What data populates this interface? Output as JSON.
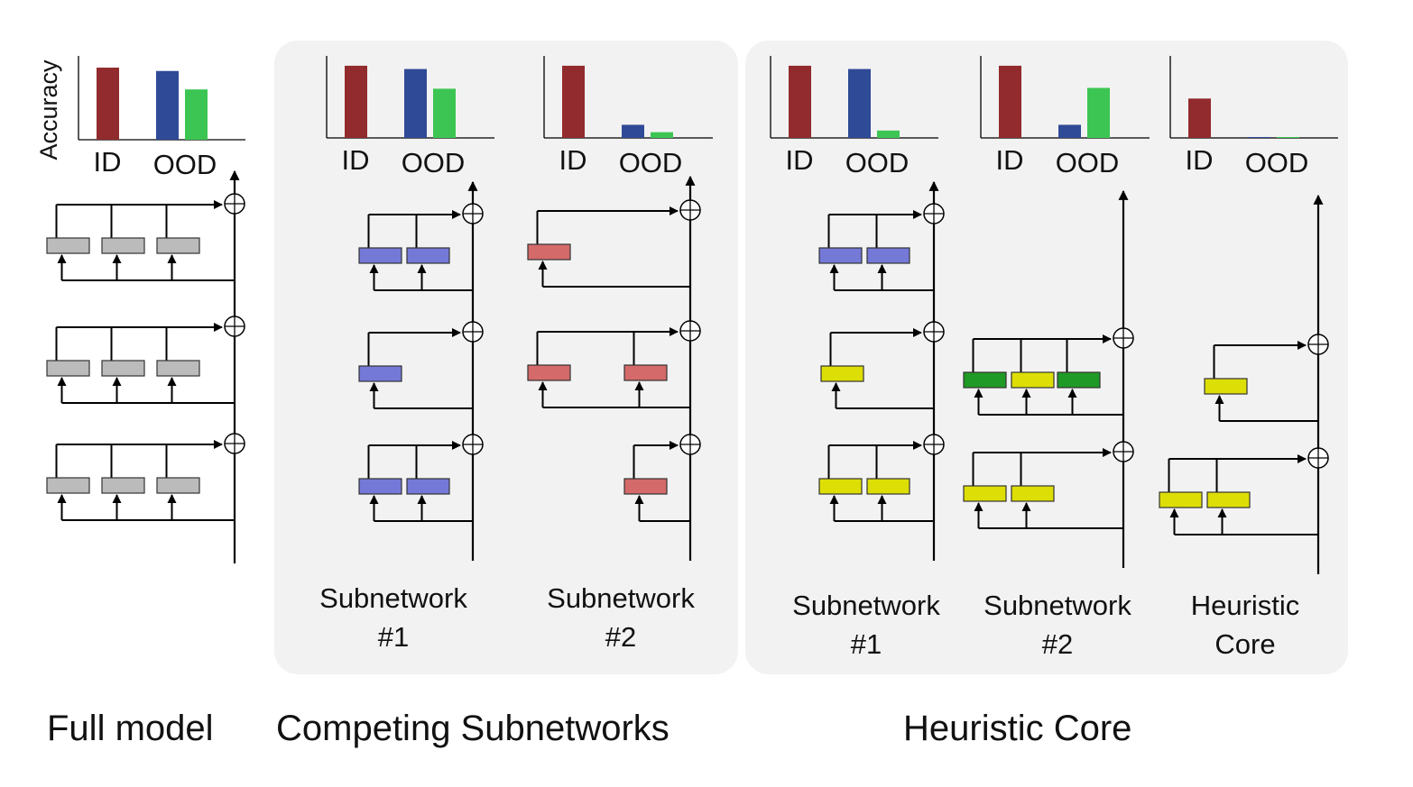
{
  "titles": {
    "full_model": "Full model",
    "competing": "Competing Subnetworks",
    "heuristic": "Heuristic Core"
  },
  "colors": {
    "id_bar": "#922b2d",
    "ood_blue": "#2f4a97",
    "ood_green": "#3cc552",
    "head_gray": "#bbbbbb",
    "head_blue": "#7479d8",
    "head_red": "#d46a6a",
    "head_yellow": "#dede07",
    "head_green": "#1f9a26",
    "panel_bg": "#f2f2f2"
  },
  "chart_data": [
    {
      "type": "bar",
      "name": "full-model",
      "ylabel": "Accuracy",
      "categories": [
        "ID",
        "OOD"
      ],
      "id": 0.86,
      "ood_blue": 0.82,
      "ood_green": 0.6
    },
    {
      "type": "bar",
      "name": "competing-subnetwork-1",
      "categories": [
        "ID",
        "OOD"
      ],
      "id": 0.88,
      "ood_blue": 0.84,
      "ood_green": 0.6
    },
    {
      "type": "bar",
      "name": "competing-subnetwork-2",
      "categories": [
        "ID",
        "OOD"
      ],
      "id": 0.88,
      "ood_blue": 0.16,
      "ood_green": 0.07
    },
    {
      "type": "bar",
      "name": "heuristic-subnetwork-1",
      "categories": [
        "ID",
        "OOD"
      ],
      "id": 0.88,
      "ood_blue": 0.84,
      "ood_green": 0.09
    },
    {
      "type": "bar",
      "name": "heuristic-subnetwork-2",
      "categories": [
        "ID",
        "OOD"
      ],
      "id": 0.88,
      "ood_blue": 0.16,
      "ood_green": 0.61
    },
    {
      "type": "bar",
      "name": "heuristic-core",
      "categories": [
        "ID",
        "OOD"
      ],
      "id": 0.48,
      "ood_blue": 0.01,
      "ood_green": 0.01
    }
  ],
  "networks": [
    {
      "name": "full-model",
      "layers": [
        [
          "gray",
          "gray",
          "gray"
        ],
        [
          "gray",
          "gray",
          "gray"
        ],
        [
          "gray",
          "gray",
          "gray"
        ]
      ]
    },
    {
      "name": "competing-subnetwork-1",
      "layers": [
        [
          "blue",
          "blue"
        ],
        [
          "blue"
        ],
        [
          "blue",
          "blue"
        ]
      ]
    },
    {
      "name": "competing-subnetwork-2",
      "layers": [
        [
          "red"
        ],
        [
          "red",
          "red"
        ],
        [
          "red"
        ]
      ]
    },
    {
      "name": "heuristic-subnetwork-1",
      "layers": [
        [
          "blue",
          "blue"
        ],
        [
          "yellow"
        ],
        [
          "yellow",
          "yellow"
        ]
      ]
    },
    {
      "name": "heuristic-subnetwork-2",
      "layers": [
        [
          "green",
          "yellow",
          "green"
        ],
        [
          "yellow",
          "yellow"
        ]
      ]
    },
    {
      "name": "heuristic-core",
      "layers": [
        [
          "yellow"
        ],
        [
          "yellow",
          "yellow"
        ]
      ]
    }
  ],
  "labels": {
    "id": "ID",
    "ood": "OOD",
    "comp1_line1": "Subnetwork",
    "comp1_line2": "#1",
    "comp2_line1": "Subnetwork",
    "comp2_line2": "#2",
    "heur1_line1": "Subnetwork",
    "heur1_line2": "#1",
    "heur2_line1": "Subnetwork",
    "heur2_line2": "#2",
    "core_line1": "Heuristic",
    "core_line2": "Core"
  }
}
